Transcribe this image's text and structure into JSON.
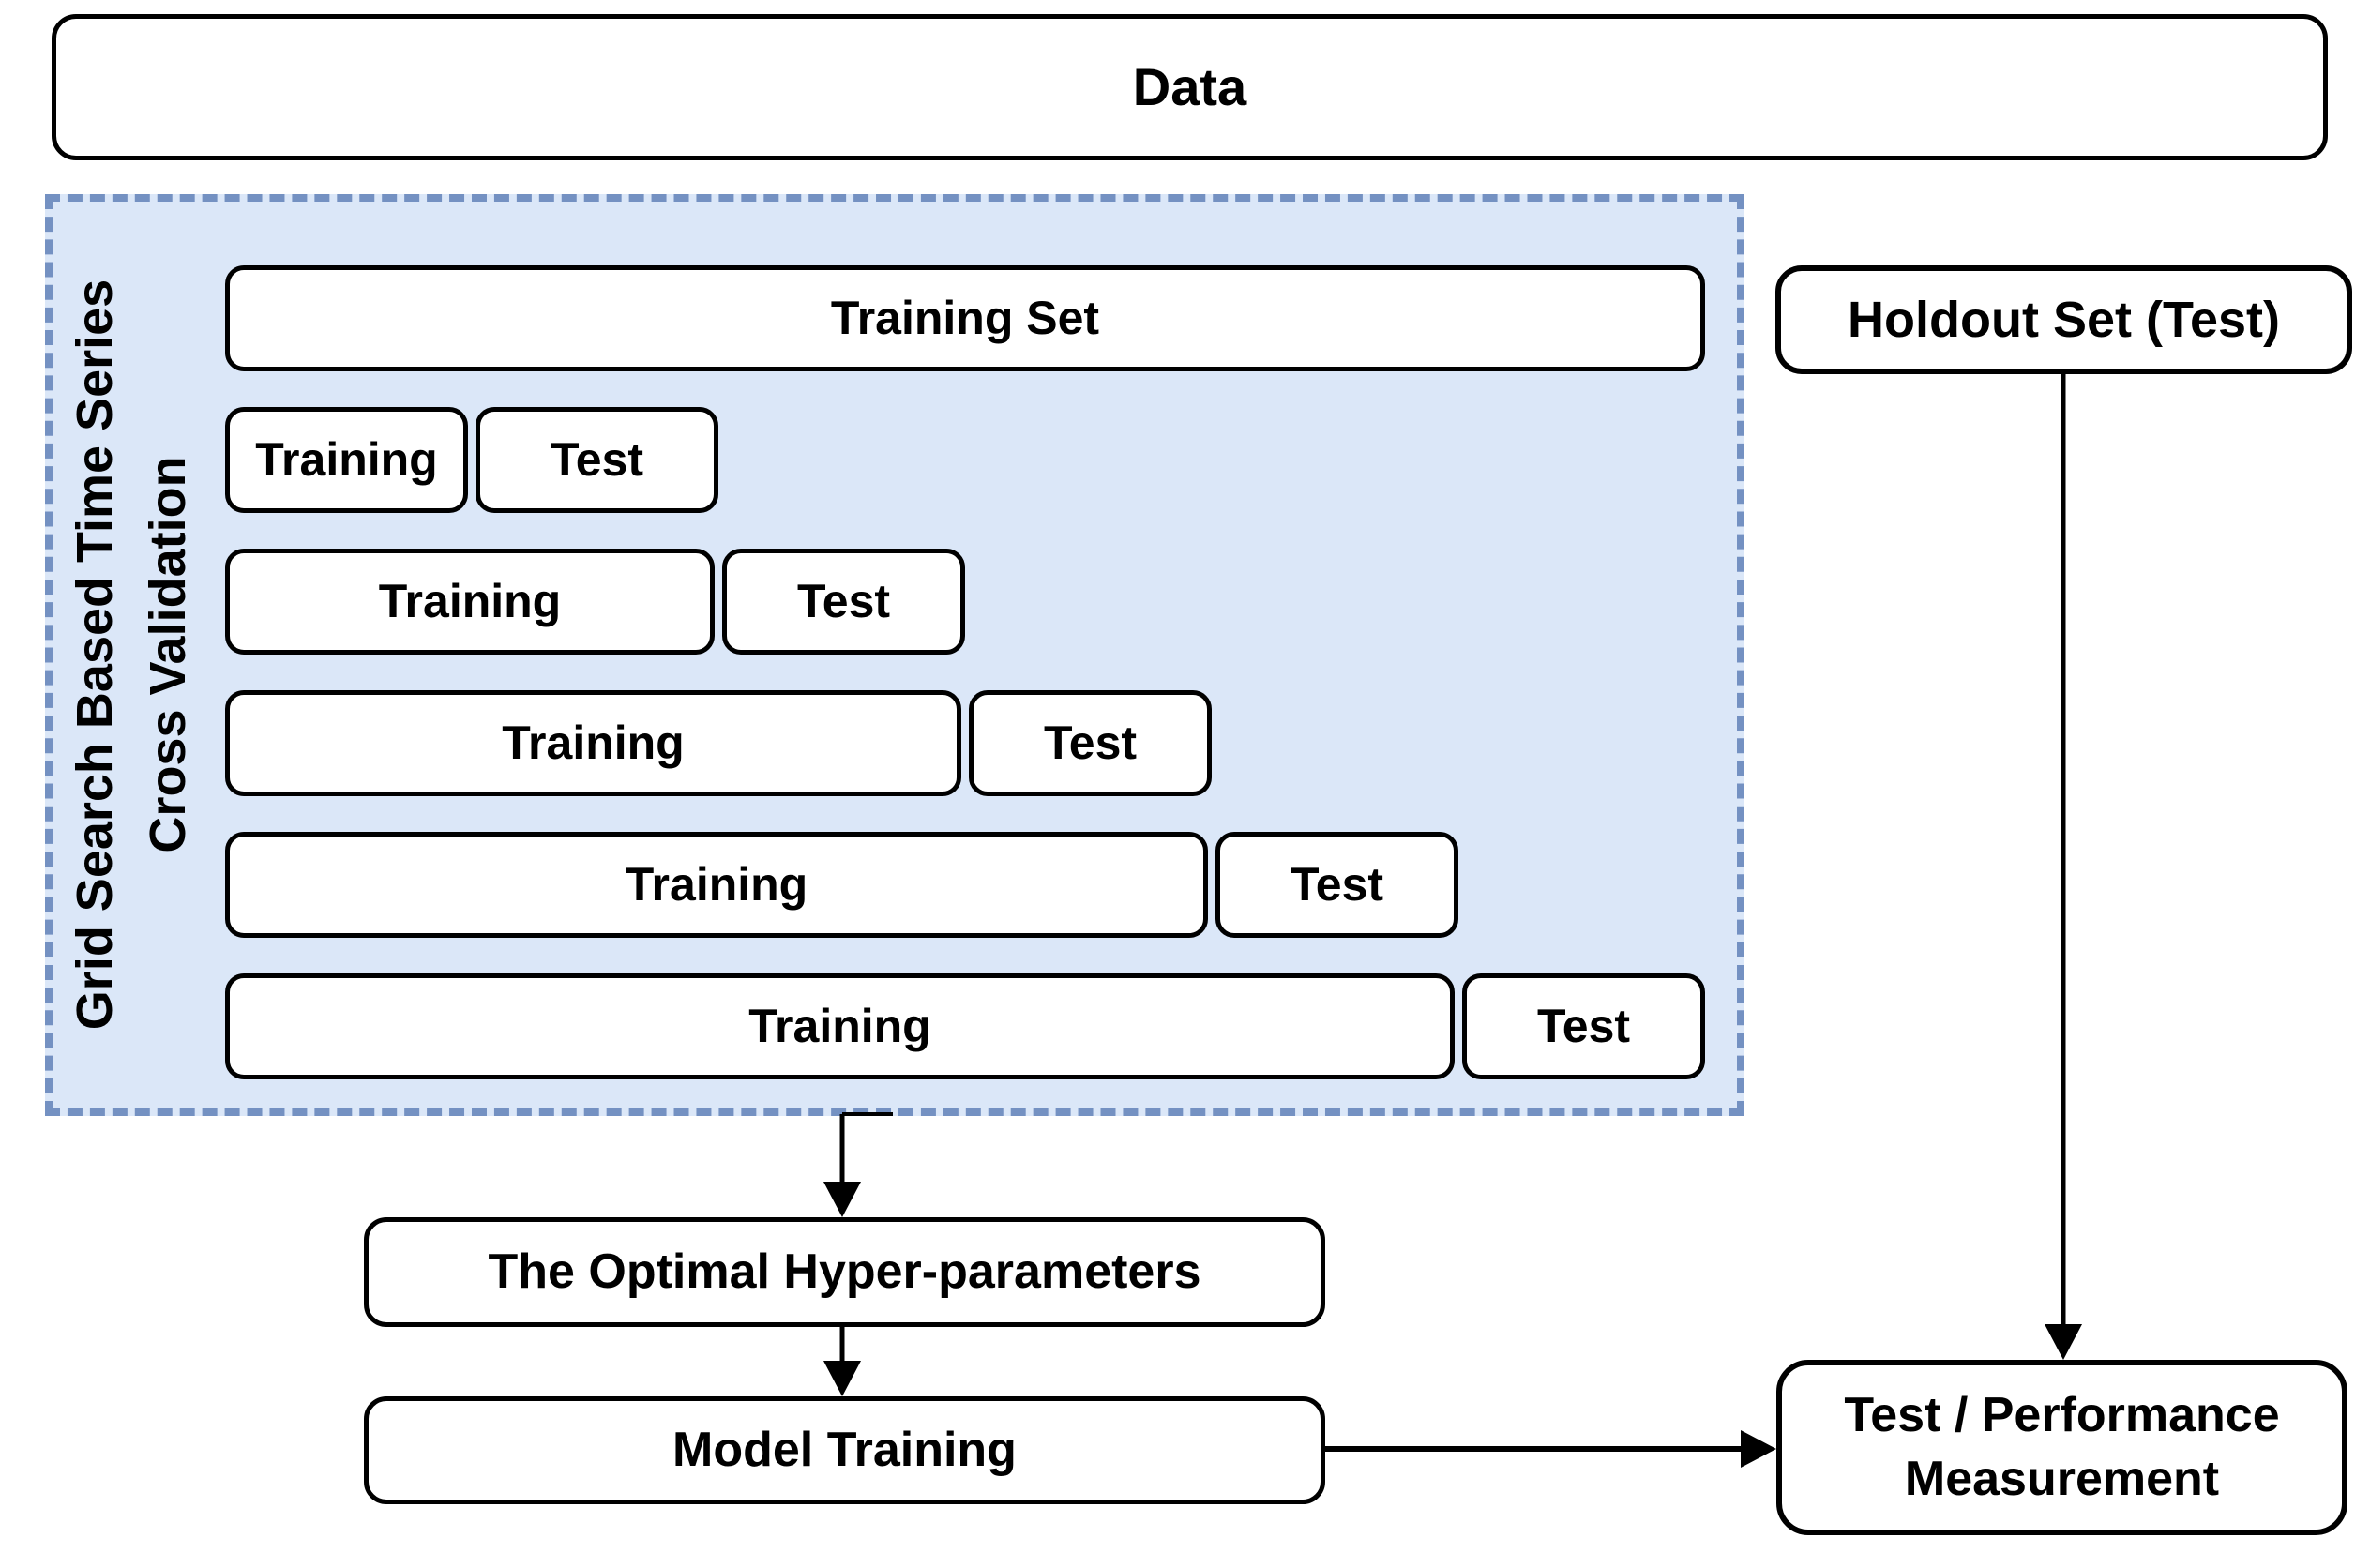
{
  "diagram": {
    "data_box": {
      "label": "Data"
    },
    "cv_group": {
      "label_line1": "Grid Search Based Time Series",
      "label_line2": "Cross Validation",
      "training_set_label": "Training Set",
      "folds": [
        {
          "training": "Training",
          "test": "Test"
        },
        {
          "training": "Training",
          "test": "Test"
        },
        {
          "training": "Training",
          "test": "Test"
        },
        {
          "training": "Training",
          "test": "Test"
        },
        {
          "training": "Training",
          "test": "Test"
        }
      ]
    },
    "holdout_box": {
      "label": "Holdout Set (Test)"
    },
    "optimal_box": {
      "label": "The Optimal Hyper-parameters"
    },
    "model_training_box": {
      "label": "Model Training"
    },
    "test_performance_box": {
      "line1": "Test / Performance",
      "line2": "Measurement"
    },
    "colors": {
      "cv_region_fill": "#dbe7f8",
      "cv_region_dash": "#7491c2",
      "node_border": "#000000",
      "node_fill": "#ffffff",
      "arrow": "#000000",
      "background": "#ffffff"
    }
  }
}
